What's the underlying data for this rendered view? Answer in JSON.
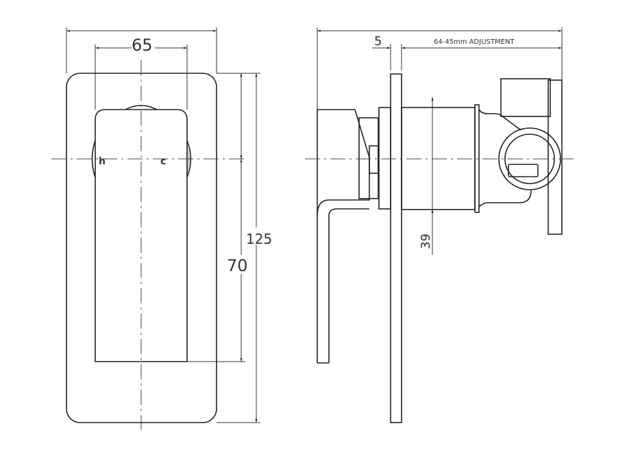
{
  "front_view": {
    "width_dim": "65",
    "height_dim_outer": "125",
    "height_dim_handle": "70",
    "hot_label": "h",
    "cold_label": "c"
  },
  "side_view": {
    "plate_dim": "5",
    "adjustment_dim": "64-45mm ADJUSTMENT",
    "center_height_dim": "39"
  }
}
